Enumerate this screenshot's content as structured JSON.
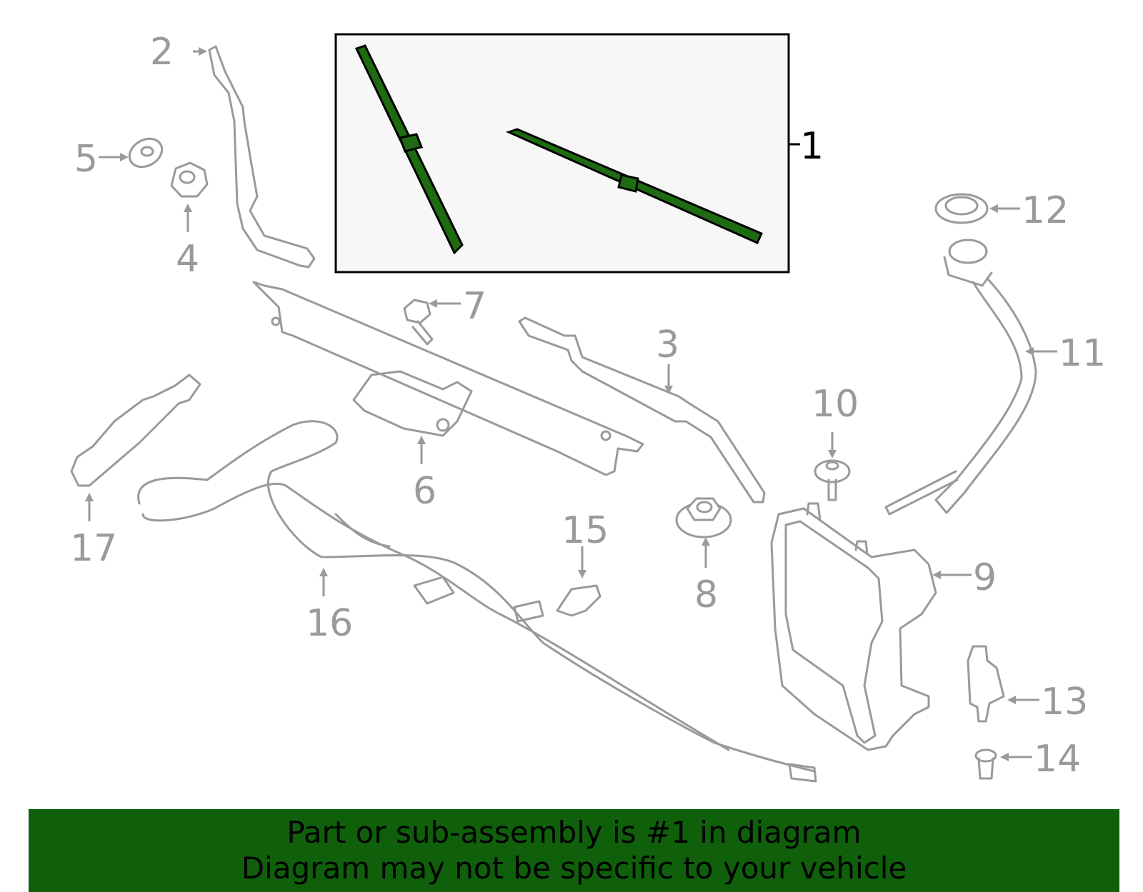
{
  "diagram": {
    "callouts": [
      "1",
      "2",
      "3",
      "4",
      "5",
      "6",
      "7",
      "8",
      "9",
      "10",
      "11",
      "12",
      "13",
      "14",
      "15",
      "16",
      "17"
    ],
    "highlight_color": "#1e6b12",
    "part_color": "#9a9a9a"
  },
  "banner": {
    "line1": "Part or sub-assembly is #1 in diagram",
    "line2": "Diagram may not be specific to your vehicle",
    "background": "#0f5f0b"
  }
}
